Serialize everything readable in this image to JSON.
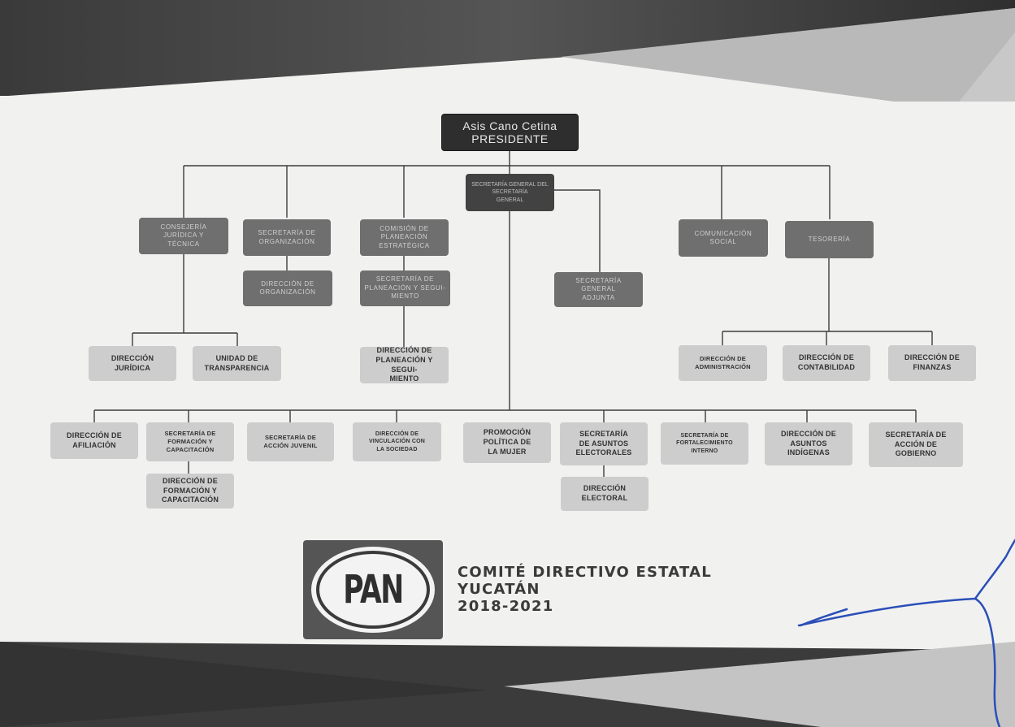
{
  "nodes": {
    "president_name": "Asis Cano Cetina",
    "president_title": "PRESIDENTE",
    "secretaria_general": "SECRETARÍA GENERAL DEL\nSECRETARÍA\nGENERAL",
    "consejeria": "CONSEJERÍA\nJURÍDICA Y\nTÉCNICA",
    "sec_organizacion": "SECRETARÍA DE\nORGANIZACIÓN",
    "dir_organizacion": "DIRECCIÓN DE\nORGANIZACIÓN",
    "comision_planeacion": "COMISIÓN DE\nPLANEACIÓN\nESTRATÉGICA",
    "sec_planeacion": "SECRETARÍA DE\nPLANEACIÓN Y SEGUI-\nMIENTO",
    "sec_general_adjunta": "SECRETARÍA\nGENERAL\nADJUNTA",
    "comunicacion_social": "COMUNICACIÓN\nSOCIAL",
    "tesoreria": "TESORERÍA",
    "dir_juridica": "DIRECCIÓN\nJURÍDICA",
    "unidad_transparencia": "UNIDAD DE\nTRANSPARENCIA",
    "dir_planeacion": "DIRECCIÓN DE\nPLANEACIÓN Y SEGUI-\nMIENTO",
    "dir_administracion": "DIRECCIÓN DE\nADMINISTRACIÓN",
    "dir_contabilidad": "DIRECCIÓN DE\nCONTABILIDAD",
    "dir_finanzas": "DIRECCIÓN DE\nFINANZAS",
    "dir_afiliacion": "DIRECCIÓN DE\nAFILIACIÓN",
    "sec_formacion": "SECRETARÍA DE\nFORMACIÓN Y\nCAPACITACIÓN",
    "dir_formacion": "DIRECCIÓN DE\nFORMACIÓN Y\nCAPACITACIÓN",
    "sec_accion_juvenil": "SECRETARÍA DE\nACCIÓN JUVENIL",
    "dir_vinculacion": "DIRECCIÓN DE\nVINCULACIÓN CON\nLA SOCIEDAD",
    "promocion_mujer": "PROMOCIÓN\nPOLÍTICA DE\nLA MUJER",
    "sec_asuntos_electorales": "SECRETARÍA\nDE ASUNTOS\nELECTORALES",
    "dir_electoral": "DIRECCIÓN\nELECTORAL",
    "sec_fortalecimiento": "SECRETARÍA DE\nFORTALECIMIENTO\nINTERNO",
    "dir_asuntos_indigenas": "DIRECCIÓN DE\nASUNTOS\nINDÍGENAS",
    "sec_accion_gobierno": "SECRETARÍA DE\nACCIÓN DE\nGOBIERNO"
  },
  "footer": {
    "logo_text": "PAN",
    "committee_line1": "COMITÉ DIRECTIVO ESTATAL",
    "committee_line2": "YUCATÁN",
    "committee_line3": "2018-2021"
  },
  "colors": {
    "top_node": "#2e2e2e",
    "upper_nodes": "#6f6f6f",
    "lower_nodes": "#cdcdcd",
    "logo_box": "#555555",
    "signature_ink": "#2b4fb8"
  }
}
